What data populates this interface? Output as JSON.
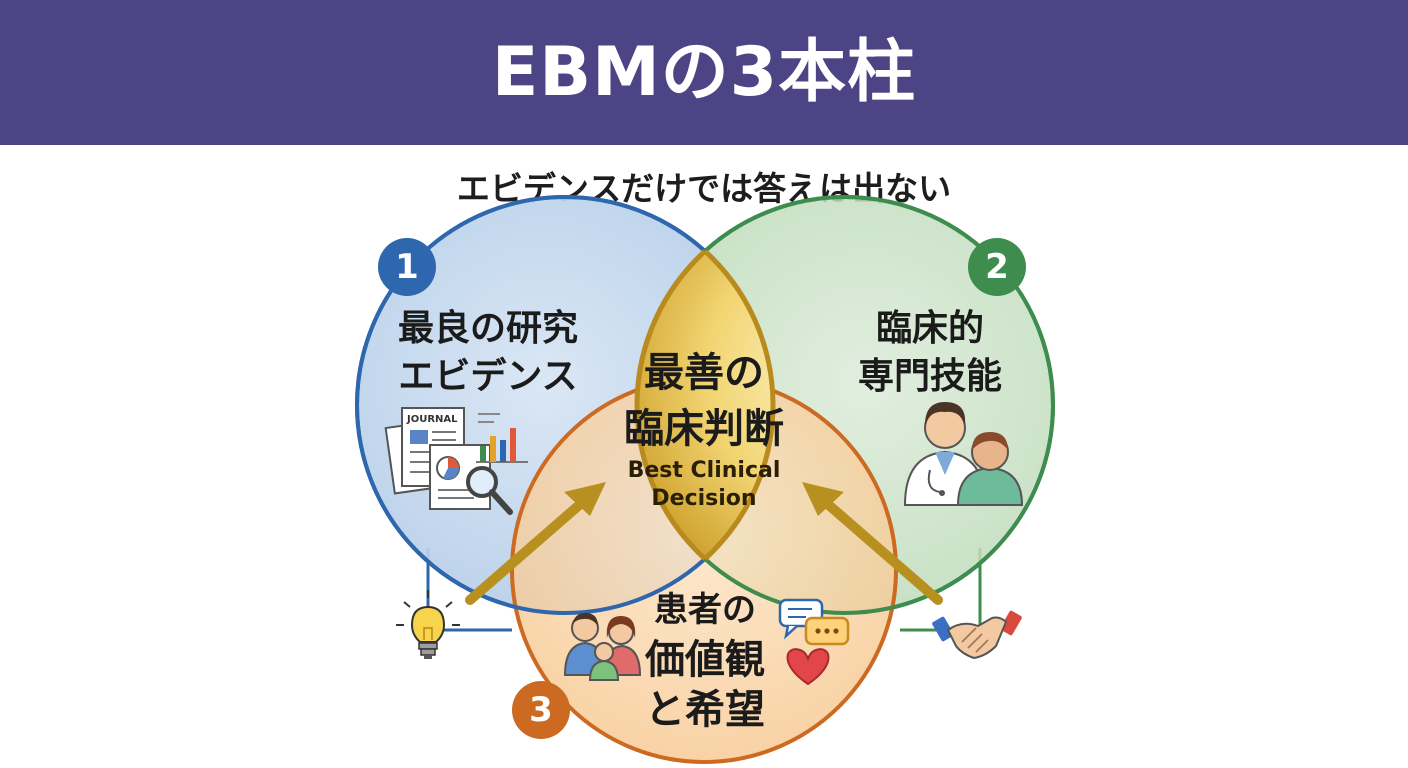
{
  "header": {
    "title": "EBMの3本柱"
  },
  "subtitle": "エビデンスだけでは答えは出ない",
  "pillars": [
    {
      "number": "1",
      "line1": "最良の研究",
      "line2": "エビデンス",
      "color": "#2e67ad",
      "icon": "research-papers-chart-magnifier-icon"
    },
    {
      "number": "2",
      "line1": "臨床的",
      "line2": "専門技能",
      "color": "#3e8d4f",
      "icon": "doctor-patient-icon"
    },
    {
      "number": "3",
      "line1": "患者の",
      "line2": "価値観",
      "line3": "と希望",
      "color": "#cd6a22",
      "icon": "family-speech-heart-icon"
    }
  ],
  "center": {
    "line1": "最善の",
    "line2": "臨床判断",
    "en_line1": "Best Clinical",
    "en_line2": "Decision",
    "color": "#d8b12a"
  },
  "connectors": {
    "left_icon": "lightbulb-icon",
    "right_icon": "handshake-icon"
  },
  "journal_text": "JOURNAL"
}
